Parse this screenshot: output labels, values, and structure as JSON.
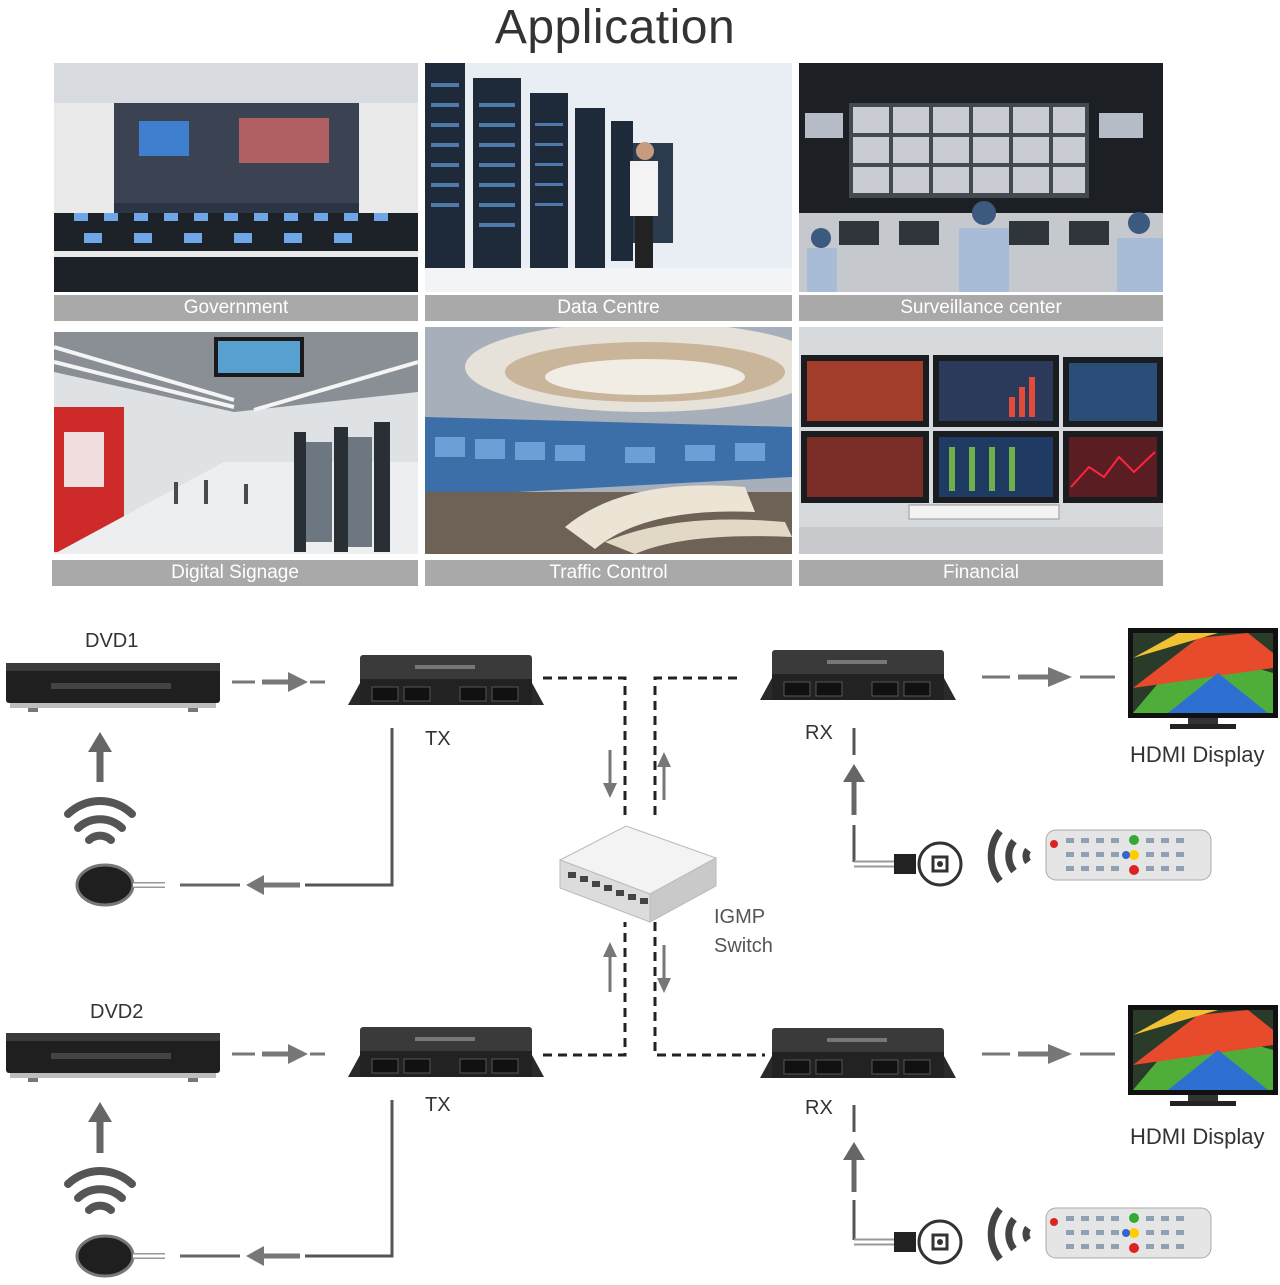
{
  "title": "Application",
  "applications": [
    {
      "label": "Government",
      "icon": "control-room-photo"
    },
    {
      "label": "Data Centre",
      "icon": "server-room-photo"
    },
    {
      "label": "Surveillance center",
      "icon": "video-wall-photo"
    },
    {
      "label": "Digital Signage",
      "icon": "metro-station-photo"
    },
    {
      "label": "Traffic Control",
      "icon": "traffic-center-photo"
    },
    {
      "label": "Financial",
      "icon": "trading-monitors-photo"
    }
  ],
  "diagram": {
    "sources": [
      "DVD1",
      "DVD2"
    ],
    "transmitter": "TX",
    "receiver": "RX",
    "switch": [
      "IGMP",
      "Switch"
    ],
    "display": "HDMI Display"
  },
  "colors": {
    "caption": "#a9a9a9",
    "device": "#2b2b2b",
    "arrow": "#6e6e6e"
  }
}
